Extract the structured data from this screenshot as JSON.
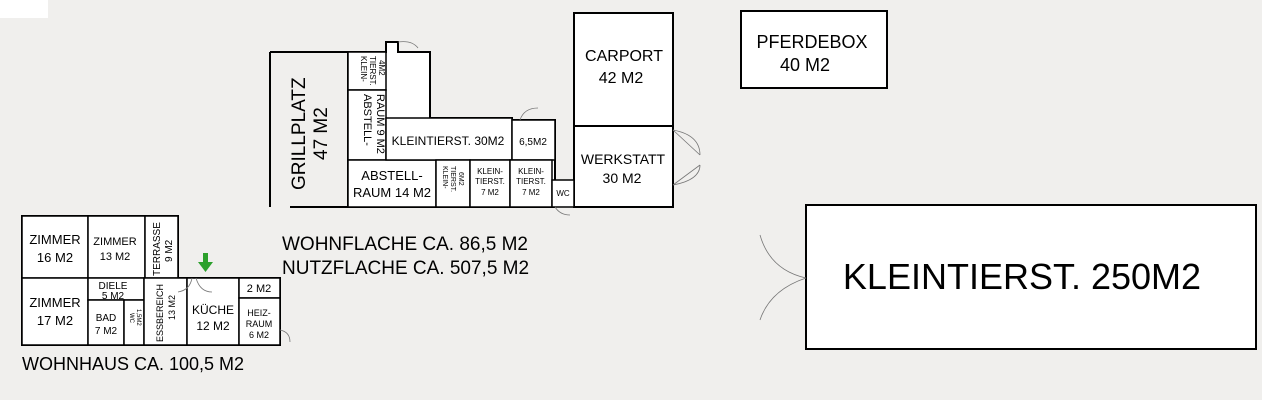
{
  "summary": {
    "wohnflaeche": "WOHNFLACHE CA. 86,5 M2",
    "nutzflaeche": "NUTZFLACHE CA. 507,5 M2",
    "wohnhaus": "WOHNHAUS CA. 100,5 M2"
  },
  "rooms": {
    "pferdebox": "PFERDEBOX",
    "pferdebox_area": "40 M2",
    "carport": "CARPORT",
    "carport_area": "42 M2",
    "werkstatt": "WERKSTATT",
    "werkstatt_area": "30 M2",
    "grillplatz": "GRILLPLATZ",
    "grillplatz_area": "47 M2",
    "kleintierst_4": [
      "KLEIN-",
      "TIERST.",
      "4M2"
    ],
    "abstellraum_9": [
      "ABSTELL-",
      "RAUM 9 M2"
    ],
    "kleintierst_30": "KLEINTIERST. 30M2",
    "room_65": "6,5M2",
    "abstellraum_14": [
      "ABSTELL-",
      "RAUM 14 M2"
    ],
    "kleintierst_6": [
      "KLEIN-",
      "TIERST.",
      "6M2"
    ],
    "kleintierst_7a": [
      "KLEIN-",
      "TIERST.",
      "7 M2"
    ],
    "kleintierst_7b": [
      "KLEIN-",
      "TIERST.",
      "7 M2"
    ],
    "wc": "WC",
    "kleintierst_250": "KLEINTIERST. 250M2",
    "zimmer_16": [
      "ZIMMER",
      "16 M2"
    ],
    "zimmer_13": [
      "ZIMMER",
      "13 M2"
    ],
    "terrasse": [
      "TERRASSE",
      "9 M2"
    ],
    "zimmer_17": [
      "ZIMMER",
      "17 M2"
    ],
    "diele": [
      "DIELE",
      "5 M2"
    ],
    "bad": [
      "BAD",
      "7 M2"
    ],
    "wc_small": [
      "WC",
      "1,5M2"
    ],
    "essbereich": [
      "ESSBEREICH",
      "13 M2"
    ],
    "kueche": [
      "KÜCHE",
      "12 M2"
    ],
    "room_2": "2 M2",
    "heizraum": [
      "HEIZ-",
      "RAUM",
      "6 M2"
    ]
  },
  "colors": {
    "entrance_arrow": "#2ca02c",
    "wall": "#000000",
    "floor": "#ffffff"
  },
  "icons": {
    "entrance": "down-arrow-icon"
  }
}
